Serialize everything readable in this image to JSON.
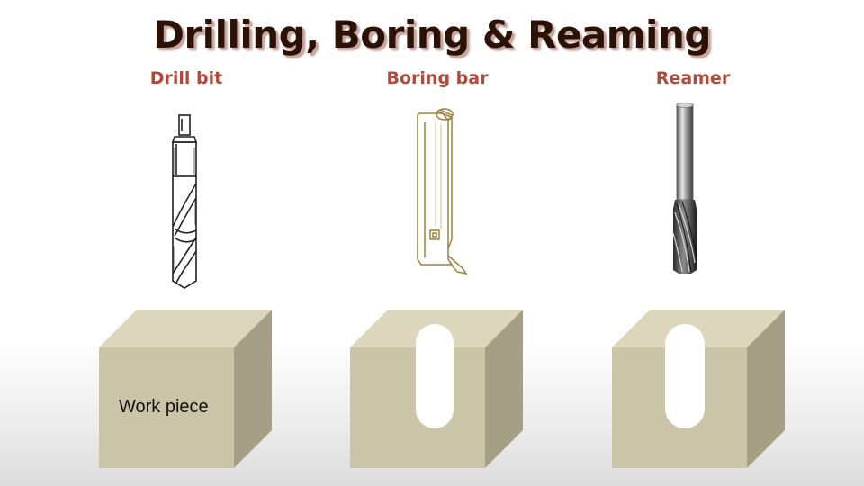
{
  "slide": {
    "title": "Drilling, Boring & Reaming"
  },
  "tools": [
    {
      "label": "Drill bit",
      "icon": "drill-bit-icon"
    },
    {
      "label": "Boring bar",
      "icon": "boring-bar-icon"
    },
    {
      "label": "Reamer",
      "icon": "reamer-icon"
    }
  ],
  "workpiece": {
    "label": "Work piece"
  },
  "colors": {
    "title": "#2b1206",
    "tool_label": "#b04a3c",
    "block_front": "#ccc4a8",
    "block_top": "#ddd6bd",
    "block_side": "#a59f86"
  }
}
